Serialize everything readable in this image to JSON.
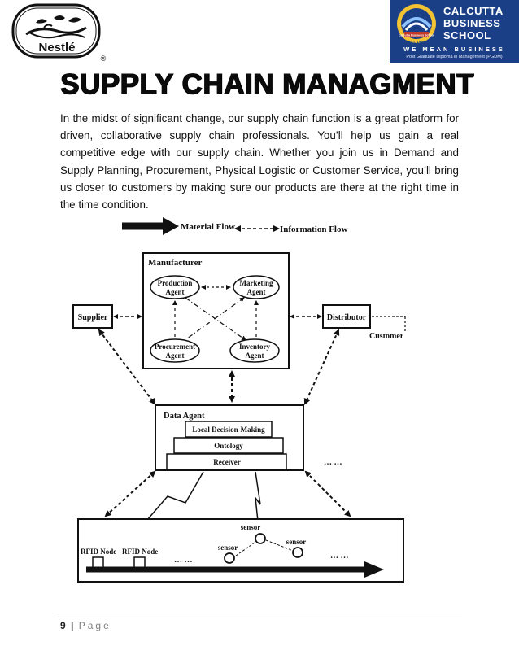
{
  "logos": {
    "nestle_wordmark": "Nestlé",
    "nestle_registered": "®",
    "cbs_name_lines": [
      "CALCUTTA",
      "BUSINESS",
      "SCHOOL"
    ],
    "cbs_emblem_text": "Calcutta Business School",
    "cbs_emblem_year": "EST. 1990",
    "cbs_tagline": "WE MEAN BUSINESS",
    "cbs_subline": "Post Graduate Diploma in Management (PGDM)",
    "cbs_color": "#1b3f87"
  },
  "title": "SUPPLY CHAIN MANAGMENT",
  "paragraph": "In the midst of significant change, our supply chain function is a great platform for driven, collaborative supply chain professionals. You’ll help us gain a real competitive edge with our supply chain. Whether you join us in Demand and Supply Planning, Procurement, Physical Logistic or Customer Service, you’ll bring us closer to customers by making sure our products are there at the right time in the time condition.",
  "diagram": {
    "legend_material": "Material Flow",
    "legend_information": "Information Flow",
    "manufacturer_label": "Manufacturer",
    "production_agent": [
      "Production",
      "Agent"
    ],
    "marketing_agent": [
      "Marketing",
      "Agent"
    ],
    "procurement_agent": [
      "Procurement",
      "Agent"
    ],
    "inventory_agent": [
      "Inventory",
      "Agent"
    ],
    "supplier": "Supplier",
    "distributor": "Distributor",
    "customer": "Customer",
    "data_agent": "Data Agent",
    "local_decision": "Local Decision-Making",
    "ontology": "Ontology",
    "receiver": "Receiver",
    "ellipsis_right": "… …",
    "sensor_top": "sensor",
    "sensor_right": "sensor",
    "sensor_left": "sensor",
    "rfid_node_1": "RFID Node",
    "rfid_node_2": "RFID Node",
    "ellipsis_bottom_left": "… …",
    "ellipsis_bottom_right": "… …"
  },
  "footer": {
    "page_number": "9",
    "separator": "|",
    "page_label": "Page"
  }
}
